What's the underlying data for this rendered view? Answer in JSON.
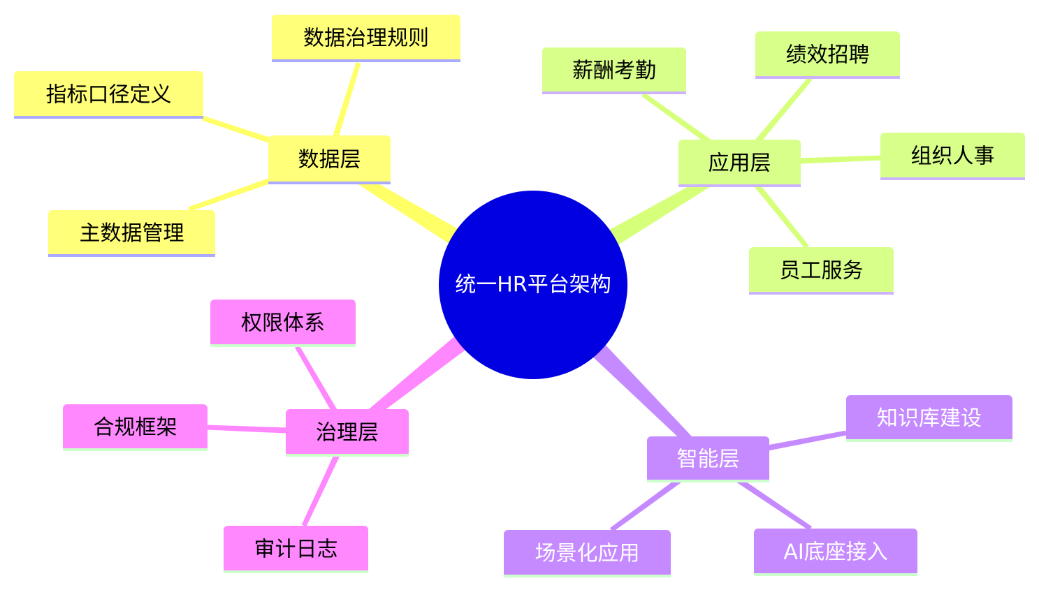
{
  "mindmap": {
    "root": {
      "label": "统一HR平台架构",
      "fill": "#0000e0",
      "text_color": "#ffffff"
    },
    "branches": [
      {
        "id": "data",
        "label": "数据层",
        "fill": "#ffff7a",
        "underline": "#aaaaff",
        "edge": "#ffff66",
        "text_color": "#000000",
        "children": [
          "数据治理规则",
          "指标口径定义",
          "主数据管理"
        ]
      },
      {
        "id": "app",
        "label": "应用层",
        "fill": "#d8ff8a",
        "underline": "#ccb3ff",
        "edge": "#d6ff7a",
        "text_color": "#000000",
        "children": [
          "薪酬考勤",
          "绩效招聘",
          "组织人事",
          "员工服务"
        ]
      },
      {
        "id": "gov",
        "label": "治理层",
        "fill": "#ff88ff",
        "underline": "#ccffcc",
        "edge": "#ff88ff",
        "text_color": "#000000",
        "children": [
          "权限体系",
          "合规框架",
          "审计日志"
        ]
      },
      {
        "id": "ai",
        "label": "智能层",
        "fill": "#c58aff",
        "underline": "#ccffcc",
        "edge": "#c58aff",
        "text_color": "#ffffff",
        "children": [
          "知识库建设",
          "AI底座接入",
          "场景化应用"
        ]
      }
    ]
  }
}
